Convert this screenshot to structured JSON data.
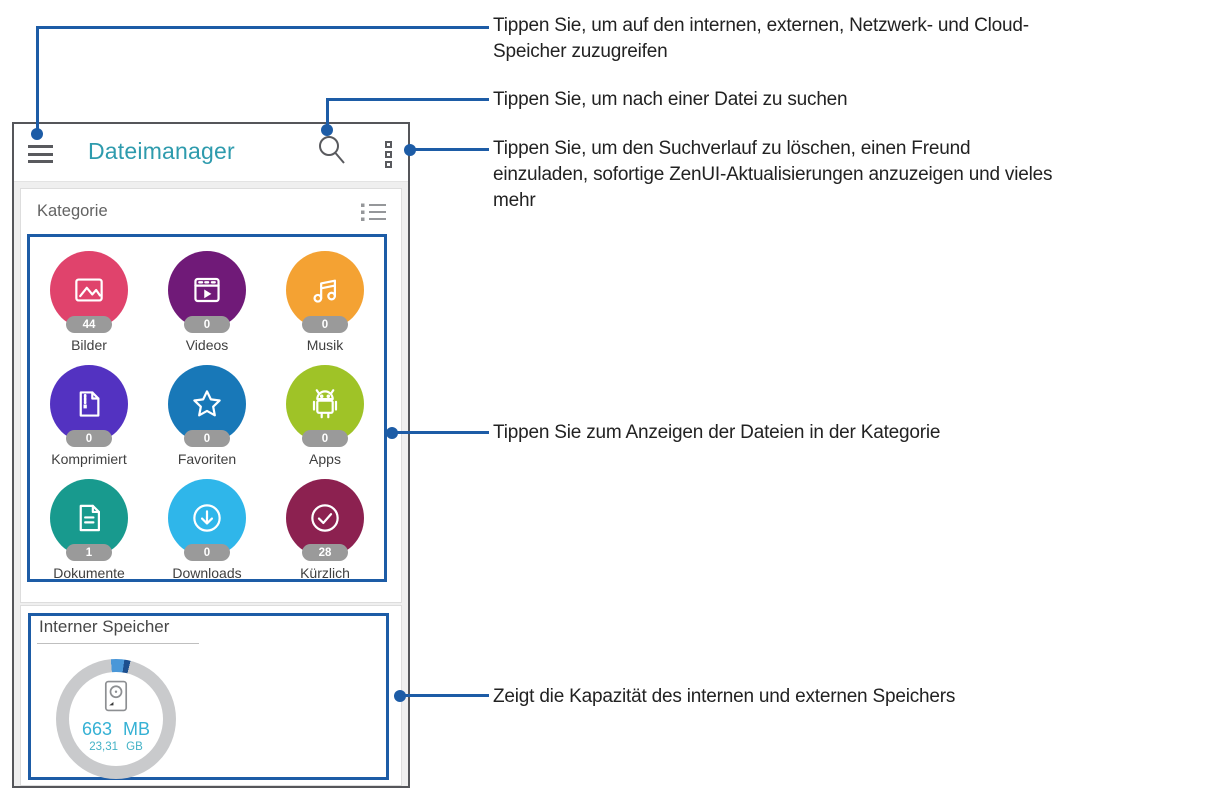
{
  "app": {
    "title": "Dateimanager",
    "appbar_icons": [
      "menu-icon",
      "search-icon",
      "overflow-icon"
    ],
    "category_section": {
      "label": "Kategorie",
      "view_toggle_icon": "list-view-icon"
    },
    "categories": [
      {
        "label": "Bilder",
        "count": "44",
        "color": "#e0436c",
        "icon": "images-icon"
      },
      {
        "label": "Videos",
        "count": "0",
        "color": "#701a78",
        "icon": "videos-icon"
      },
      {
        "label": "Musik",
        "count": "0",
        "color": "#f4a233",
        "icon": "music-icon"
      },
      {
        "label": "Komprimiert",
        "count": "0",
        "color": "#5332c1",
        "icon": "zip-icon"
      },
      {
        "label": "Favoriten",
        "count": "0",
        "color": "#1878b8",
        "icon": "star-icon"
      },
      {
        "label": "Apps",
        "count": "0",
        "color": "#9fc327",
        "icon": "android-icon"
      },
      {
        "label": "Dokumente",
        "count": "1",
        "color": "#189a8e",
        "icon": "document-icon"
      },
      {
        "label": "Downloads",
        "count": "0",
        "color": "#2fb6ea",
        "icon": "download-icon"
      },
      {
        "label": "Kürzlich",
        "count": "28",
        "color": "#8c2150",
        "icon": "recent-icon"
      }
    ],
    "storage": {
      "section_title": "Interner Speicher",
      "used": "663 MB",
      "total": "23,31 GB",
      "used_color": "#35b1d4",
      "ring_used_colors": [
        "#4a97d8",
        "#1c4f8e"
      ],
      "ring_free_color": "#c9cacc",
      "disk_icon": "hard-drive-icon"
    }
  },
  "annotations": {
    "line_color": "#1d5ca6",
    "items": [
      {
        "text": "Tippen Sie, um auf den internen, externen, Netzwerk- und Cloud-\nSpeicher zuzugreifen"
      },
      {
        "text": "Tippen Sie, um nach einer Datei zu suchen"
      },
      {
        "text": "Tippen Sie, um den Suchverlauf zu löschen, einen Freund\neinzuladen, sofortige ZenUI-Aktualisierungen anzuzeigen und vieles\nmehr"
      },
      {
        "text": "Tippen Sie zum Anzeigen der Dateien in der Kategorie"
      },
      {
        "text": "Zeigt die Kapazität des internen und externen Speichers"
      }
    ]
  }
}
